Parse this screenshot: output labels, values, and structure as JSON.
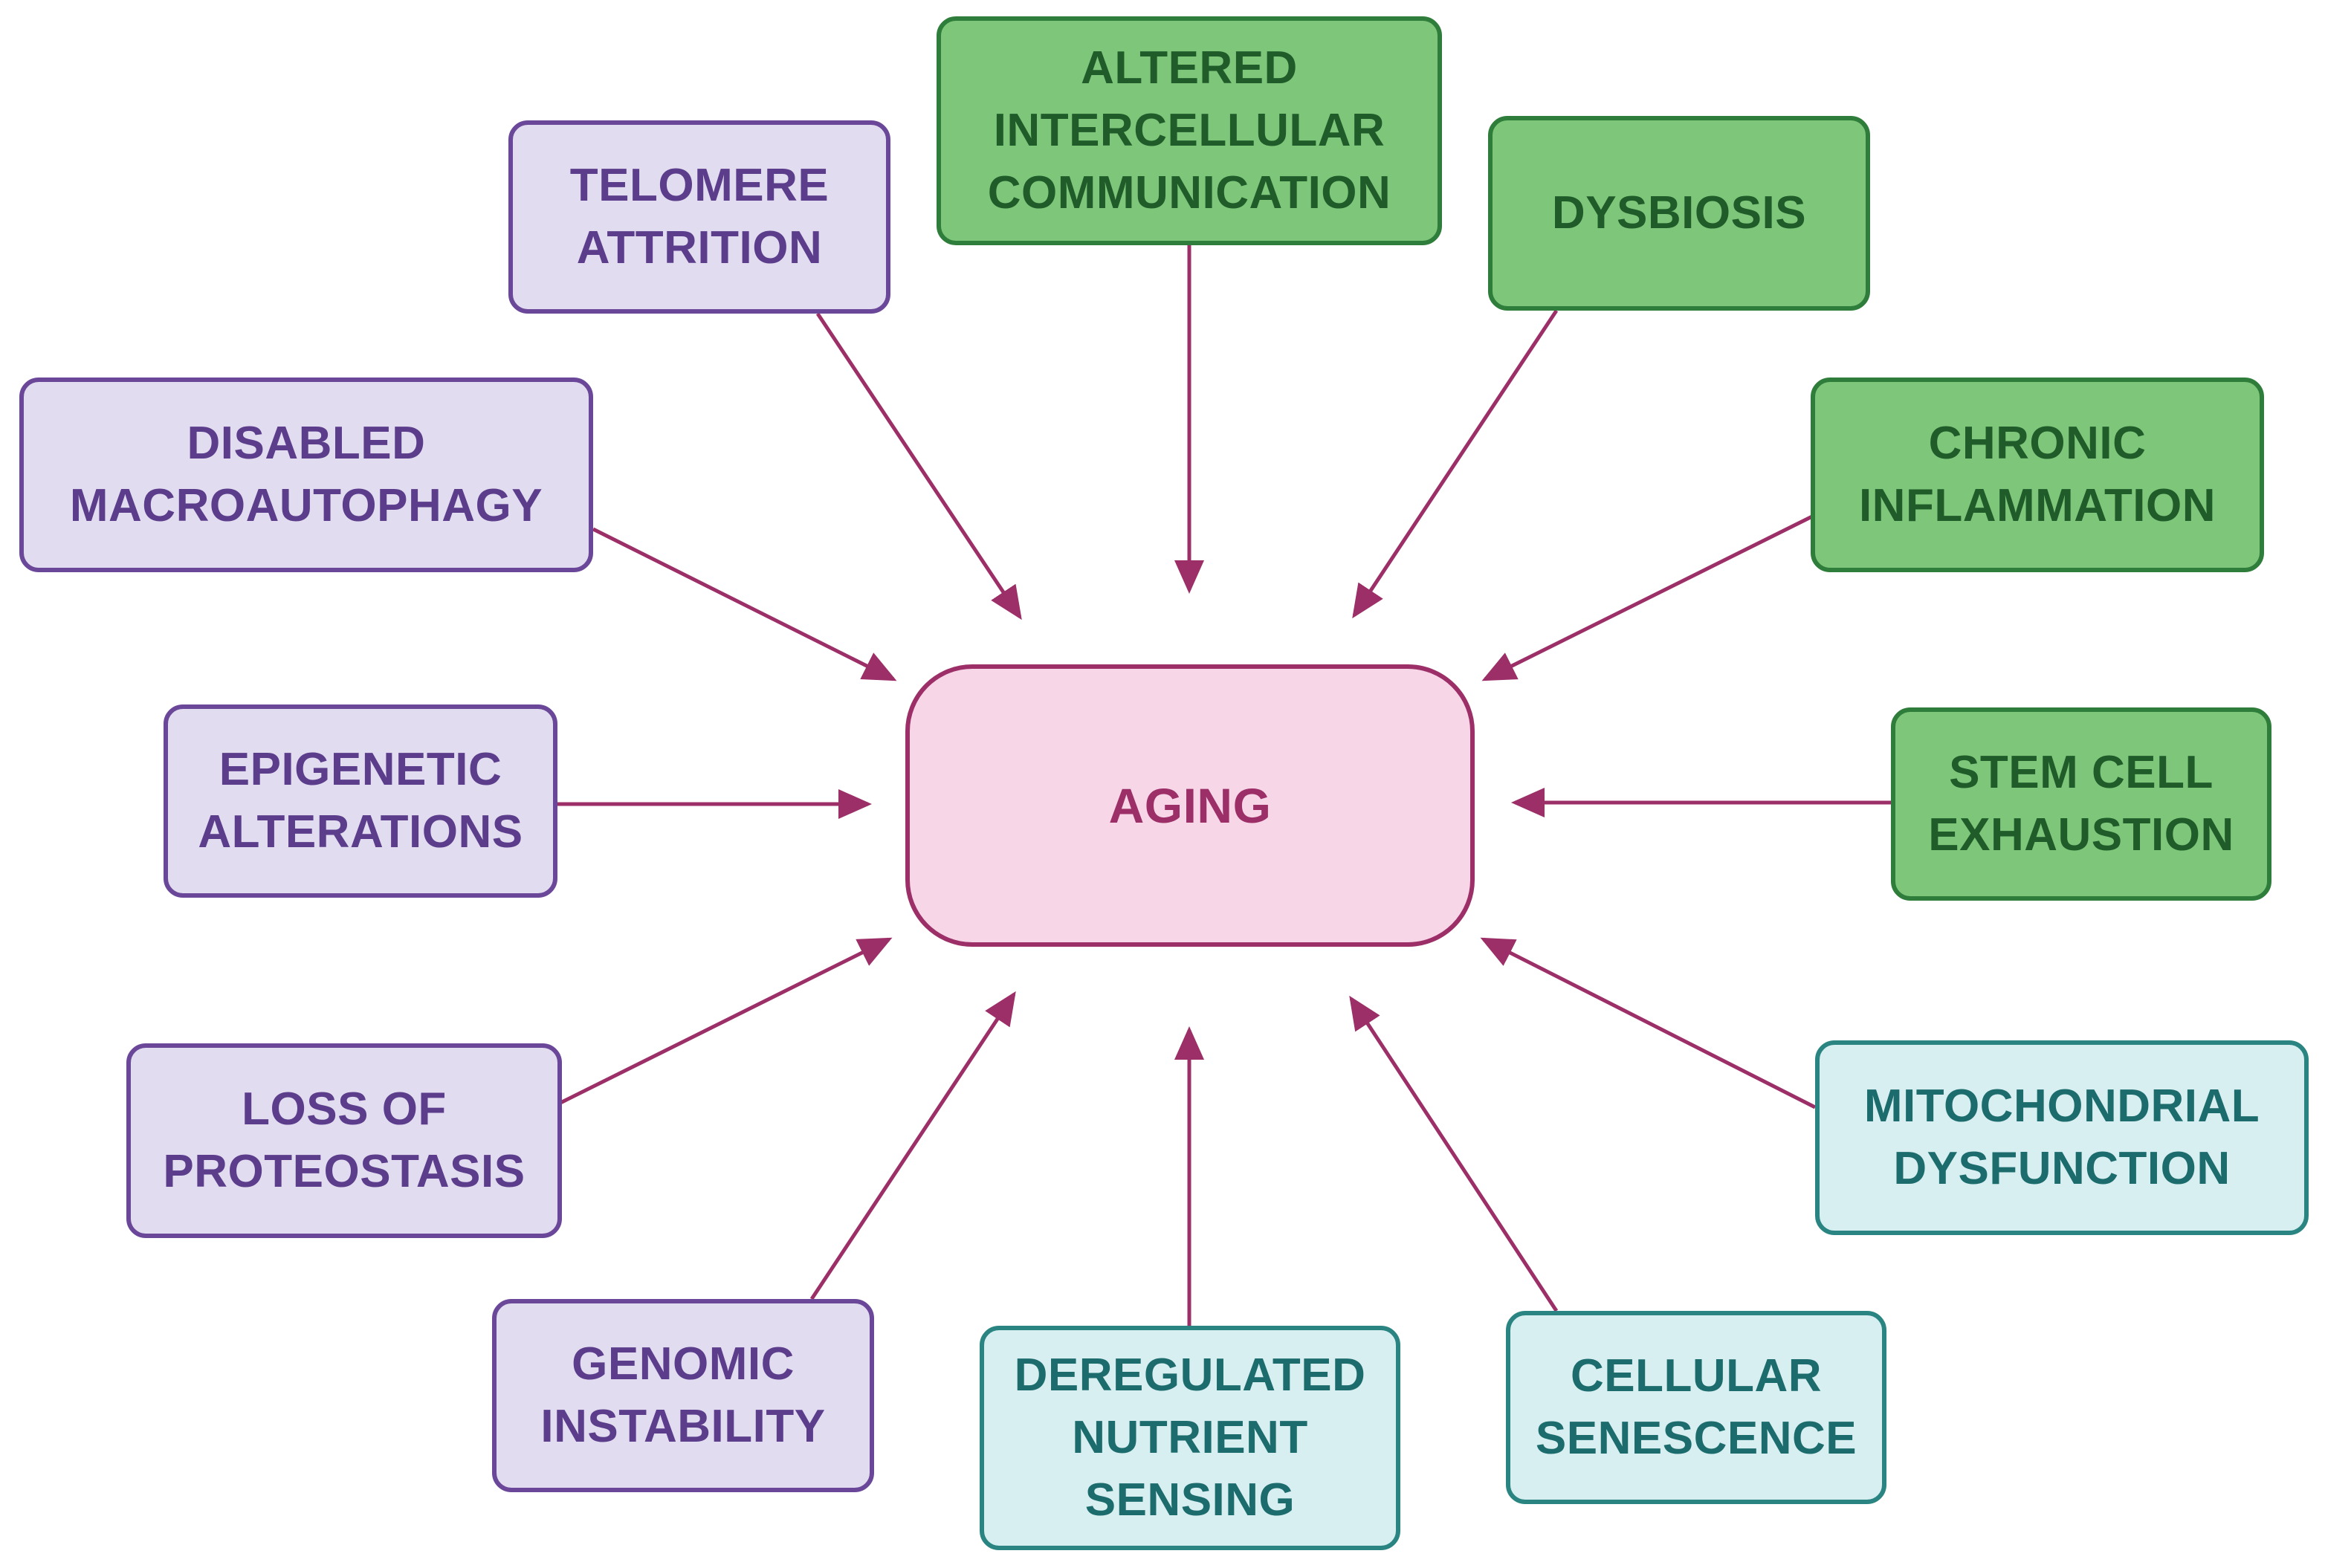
{
  "center": {
    "label": "AGING"
  },
  "hallmarks": [
    {
      "id": "telomere",
      "label": "TELOMERE\nATTRITION",
      "group": "purple"
    },
    {
      "id": "intercellular",
      "label": "ALTERED\nINTERCELLULAR\nCOMMUNICATION",
      "group": "green"
    },
    {
      "id": "dysbiosis",
      "label": "DYSBIOSIS",
      "group": "green"
    },
    {
      "id": "macroautophagy",
      "label": "DISABLED\nMACROAUTOPHAGY",
      "group": "purple"
    },
    {
      "id": "inflammation",
      "label": "CHRONIC\nINFLAMMATION",
      "group": "green"
    },
    {
      "id": "epigenetic",
      "label": "EPIGENETIC\nALTERATIONS",
      "group": "purple"
    },
    {
      "id": "stemcell",
      "label": "STEM CELL\nEXHAUSTION",
      "group": "green"
    },
    {
      "id": "proteostasis",
      "label": "LOSS OF\nPROTEOSTASIS",
      "group": "purple"
    },
    {
      "id": "mitochondrial",
      "label": "MITOCHONDRIAL\nDYSFUNCTION",
      "group": "teal"
    },
    {
      "id": "genomic",
      "label": "GENOMIC\nINSTABILITY",
      "group": "purple"
    },
    {
      "id": "nutrient",
      "label": "DEREGULATED\nNUTRIENT\nSENSING",
      "group": "teal"
    },
    {
      "id": "senescence",
      "label": "CELLULAR\nSENESCENCE",
      "group": "teal"
    }
  ],
  "colors": {
    "purple_fill": "#e1dcef",
    "purple_border": "#6a4798",
    "purple_text": "#5b3d8c",
    "green_fill": "#7ec67a",
    "green_border": "#2f7d3a",
    "green_text": "#1f5c2a",
    "teal_fill": "#d7eff1",
    "teal_border": "#2a8582",
    "teal_text": "#1d6c6d",
    "center_fill": "#f7d6e7",
    "center_border": "#9c2f68",
    "arrow": "#9c2f68"
  }
}
